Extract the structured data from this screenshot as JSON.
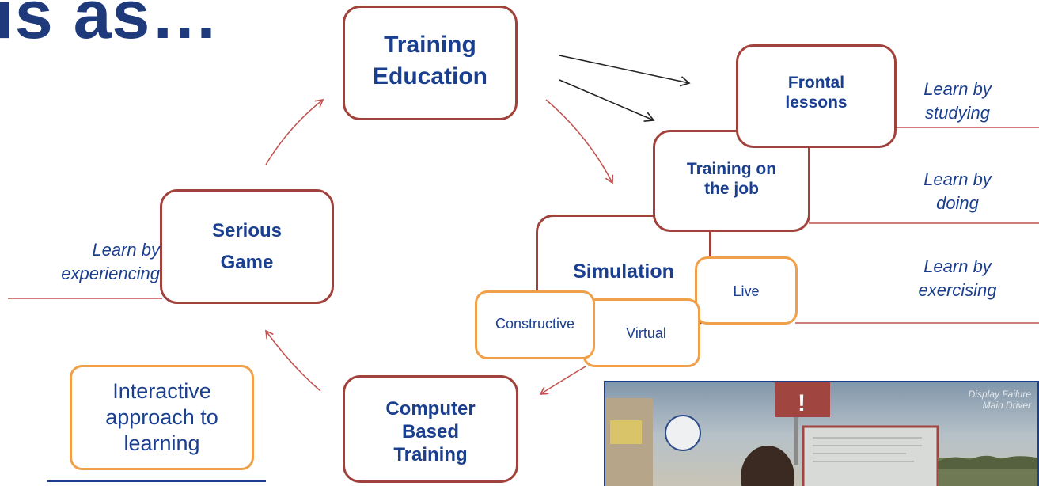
{
  "title": "is as…",
  "nodes": {
    "training_education": "Training\nEducation",
    "frontal_lessons": "Frontal\nlessons",
    "training_on_job": "Training on\nthe job",
    "simulation": "Simulation",
    "live": "Live",
    "constructive": "Constructive",
    "virtual": "Virtual",
    "computer_based_training": "Computer\nBased\nTraining",
    "serious_game": "Serious\nGame",
    "interactive_approach": "Interactive\napproach to\nlearning"
  },
  "notes": {
    "studying": "Learn by\nstudying",
    "doing": "Learn by\ndoing",
    "exercising": "Learn by\nexercising",
    "experiencing": "Learn by\nexperiencing"
  },
  "photo": {
    "sign_text": "Display Failure\nMain Driver"
  },
  "colors": {
    "box_border": "#a0413b",
    "accent_border": "#f0a048",
    "text_blue": "#1b3f8f",
    "title_blue": "#1f3a7a"
  }
}
